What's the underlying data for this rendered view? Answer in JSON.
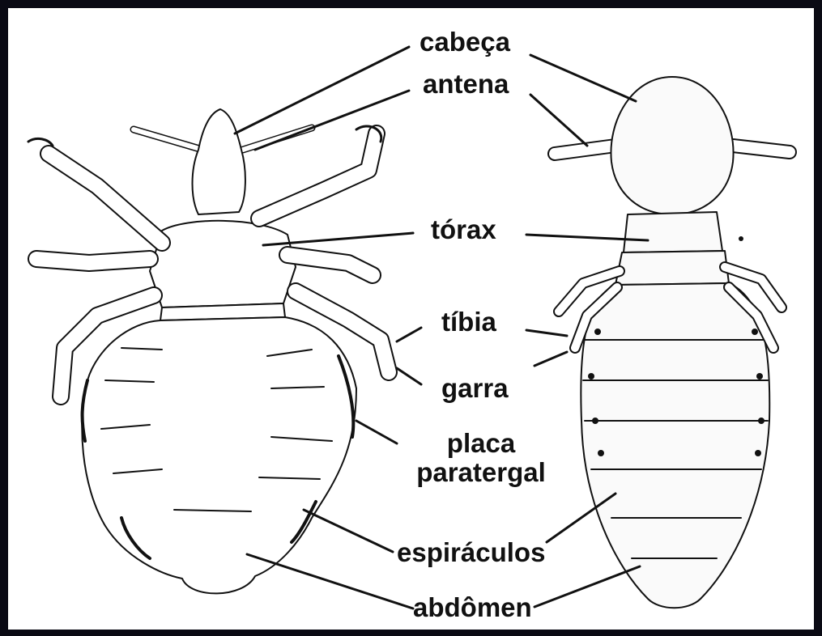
{
  "labels": {
    "cabeca": "cabeça",
    "antena": "antena",
    "torax": "tórax",
    "tibia": "tíbia",
    "garra": "garra",
    "placa_line1": "placa",
    "placa_line2": "paratergal",
    "espiraculos": "espiráculos",
    "abdomen": "abdômen"
  },
  "colors": {
    "frame": "#0a0a14",
    "background": "#ffffff",
    "ink": "#111111"
  }
}
